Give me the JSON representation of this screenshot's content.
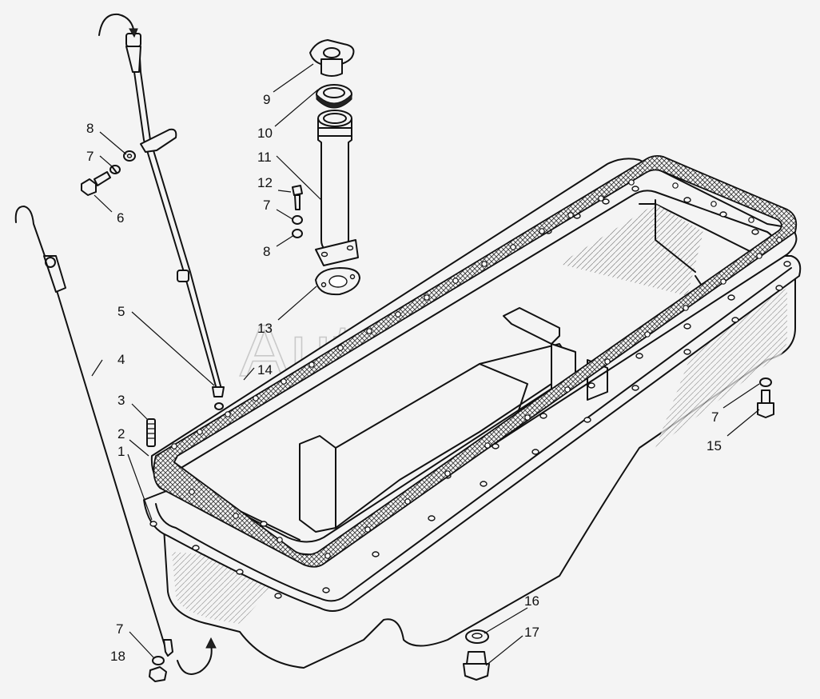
{
  "watermark": "AutoSoft",
  "callouts": {
    "c1": "1",
    "c2": "2",
    "c3": "3",
    "c4": "4",
    "c5": "5",
    "c6": "6",
    "c7a": "7",
    "c7b": "7",
    "c7c": "7",
    "c7d": "7",
    "c8a": "8",
    "c8b": "8",
    "c9": "9",
    "c10": "10",
    "c11": "11",
    "c12": "12",
    "c13": "13",
    "c14": "14",
    "c15": "15",
    "c16": "16",
    "c17": "17",
    "c18": "18"
  }
}
